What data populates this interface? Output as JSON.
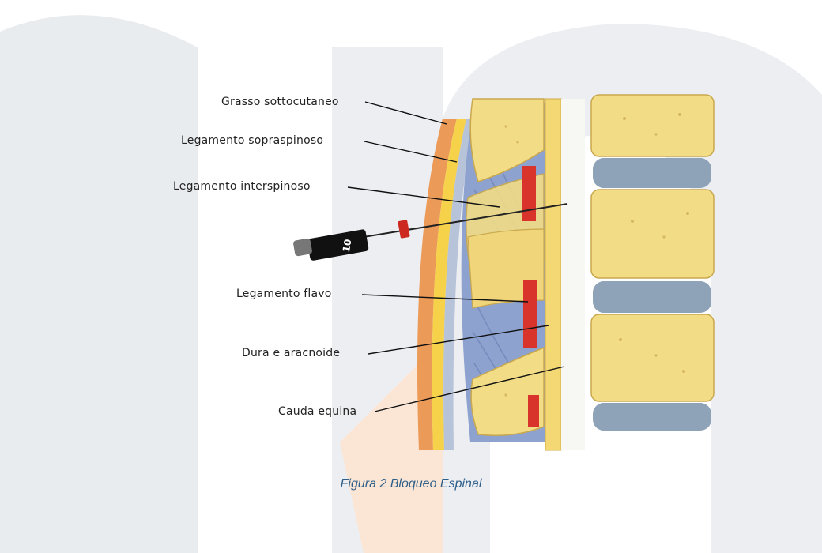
{
  "labels": {
    "grasso": "Grasso sottocutaneo",
    "sopraspinoso": "Legamento sopraspinoso",
    "interspinoso": "Legamento interspinoso",
    "flavo": "Legamento flavo",
    "dura": "Dura e aracnoide",
    "cauda": "Cauda equina"
  },
  "needle_marking": "10",
  "caption": "Figura 2 Bloqueo Espinal",
  "colors": {
    "watermark_gray": "#e9ecef",
    "watermark_orange": "#fbe6d5",
    "bone": "#f2dc86",
    "disc": "#8fa3b8",
    "ligament_blue": "#8ea2cf",
    "ligament_red": "#d9342b",
    "skin": "#ec9a58",
    "caption": "#2e5f8a"
  }
}
